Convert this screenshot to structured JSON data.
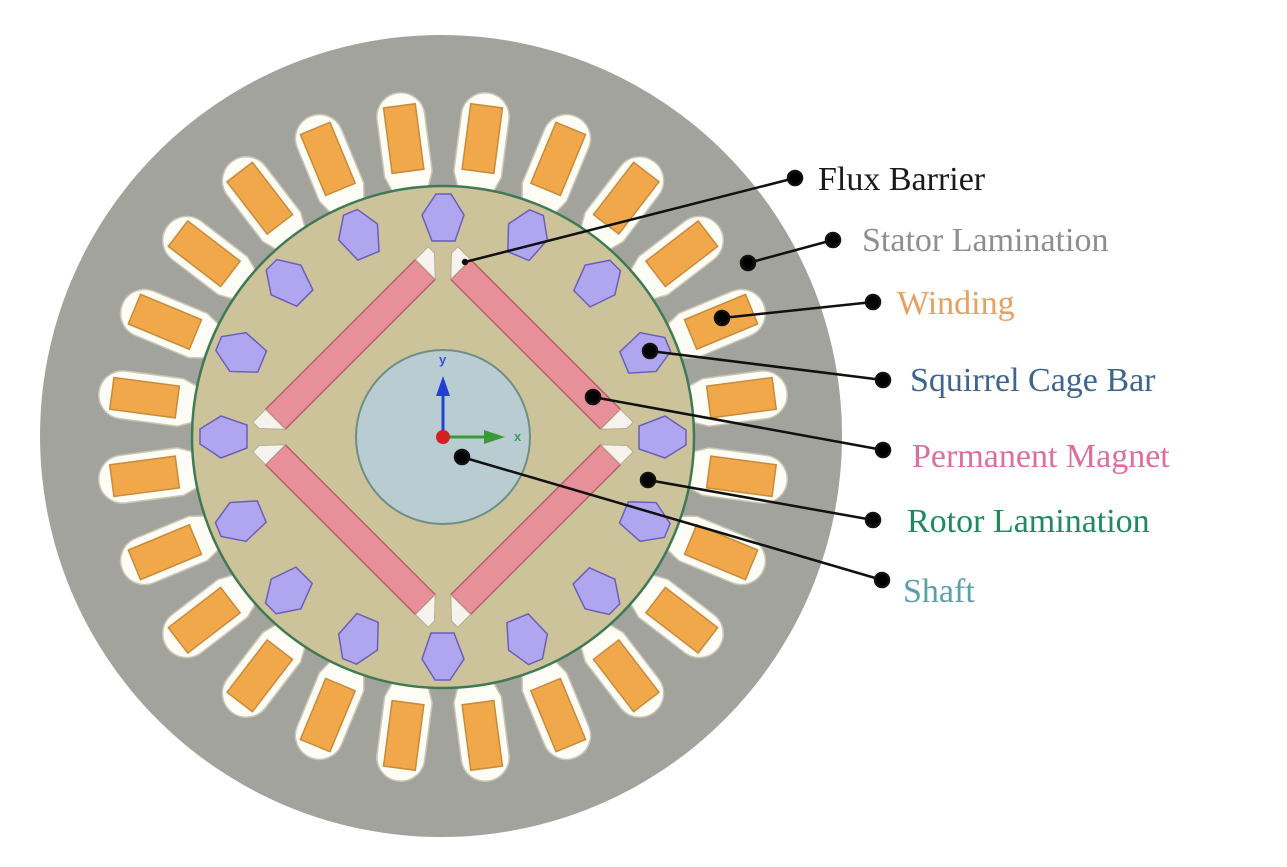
{
  "diagram": {
    "colors": {
      "stator": "#a3a39e",
      "slot": "#fdfcf5",
      "winding": "#f0a84a",
      "rotor": "#ccc39a",
      "rotor_edge": "#3f7a55",
      "cage_bar": "#b0a6f0",
      "magnet": "#e8909a",
      "shaft": "#b9ccd2"
    },
    "stator_slot_count": 24,
    "cage_bar_count": 16,
    "magnet_count": 4,
    "axes": {
      "x": "x",
      "y": "y"
    }
  },
  "labels": [
    {
      "text": "Flux Barrier",
      "color": "#1a1a1a"
    },
    {
      "text": "Stator Lamination",
      "color": "#8e8e8e"
    },
    {
      "text": "Winding",
      "color": "#e6a060"
    },
    {
      "text": "Squirrel Cage Bar",
      "color": "#3d6590"
    },
    {
      "text": "Permanent Magnet",
      "color": "#dc6f9e"
    },
    {
      "text": "Rotor Lamination",
      "color": "#1e8a5e"
    },
    {
      "text": "Shaft",
      "color": "#5aa0aa"
    }
  ]
}
